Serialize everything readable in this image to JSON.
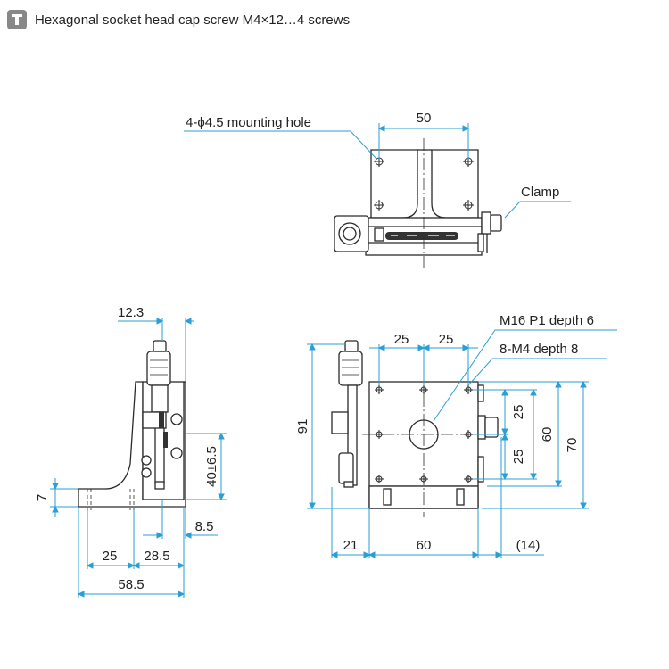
{
  "header": {
    "icon": "screw-icon",
    "title": "Hexagonal socket head cap screw M4×12…4 screws"
  },
  "colors": {
    "outline": "#2a2a2a",
    "dimension": "#2a9fd6",
    "text": "#222222",
    "body_fill": "#ffffff"
  },
  "top_view": {
    "width_dim": "50",
    "hole_callout": "4-ϕ4.5 mounting hole",
    "clamp_label": "Clamp"
  },
  "side_view": {
    "dim_top": "12.3",
    "dim_travel": "40±6.5",
    "dim_base_height": "7",
    "dim_offset": "8.5",
    "dim_25": "25",
    "dim_28_5": "28.5",
    "dim_total": "58.5"
  },
  "front_view": {
    "thread_callout": "M16 P1 depth 6",
    "tap_callout": "8-M4 depth 8",
    "dim_pitch_left": "25",
    "dim_pitch_right": "25",
    "dim_height_total": "91",
    "dim_v25_upper": "25",
    "dim_v25_lower": "25",
    "dim_60_v": "60",
    "dim_70": "70",
    "dim_21": "21",
    "dim_60_h": "60",
    "dim_14": "(14)"
  }
}
